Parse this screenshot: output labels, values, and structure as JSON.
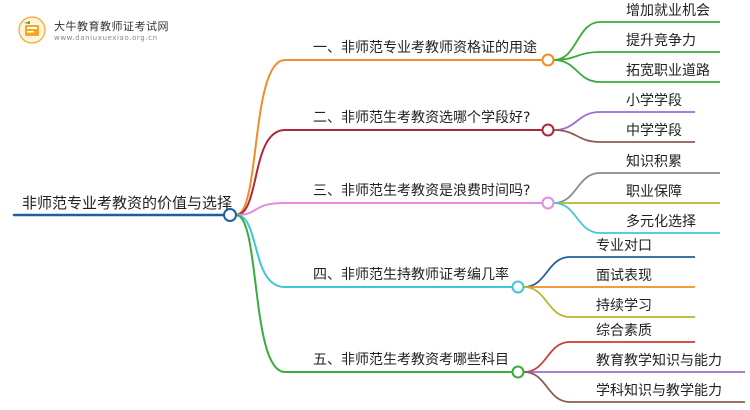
{
  "brand": {
    "title": "大牛教育教师证考试网",
    "url": "www.daniuxuexiao.org.cn"
  },
  "root": "非师范专业考教资的价值与选择",
  "branches": [
    {
      "label": "一、非师范专业考教师资格证的用途",
      "color": "#f28c28",
      "leaves": [
        "增加就业机会",
        "提升竞争力",
        "拓宽职业道路"
      ],
      "leaf_colors": [
        "#3cab3c",
        "#3cab3c",
        "#3cab3c"
      ]
    },
    {
      "label": "二、非师范生考教资选哪个学段好?",
      "color": "#b0263a",
      "leaves": [
        "小学学段",
        "中学学段"
      ],
      "leaf_colors": [
        "#9b6dd0",
        "#8c5b55"
      ]
    },
    {
      "label": "三、非师范生考教资是浪费时间吗?",
      "color": "#e58be0",
      "leaves": [
        "知识积累",
        "职业保障",
        "多元化选择"
      ],
      "leaf_colors": [
        "#8a8a8a",
        "#b7b52a",
        "#3fc7d6"
      ]
    },
    {
      "label": "四、非师范生持教师证考编几率",
      "color": "#3fc7d6",
      "leaves": [
        "专业对口",
        "面试表现",
        "持续学习"
      ],
      "leaf_colors": [
        "#1f5f9e",
        "#f28c28",
        "#b7b52a"
      ]
    },
    {
      "label": "五、非师范生考教资考哪些科目",
      "color": "#3cab3c",
      "leaves": [
        "综合素质",
        "教育教学知识与能力",
        "学科知识与教学能力"
      ],
      "leaf_colors": [
        "#d03a3a",
        "#9b6dd0",
        "#8c5b55"
      ]
    }
  ],
  "colors": {
    "root_line": "#1f5f9e",
    "logo_orange": "#f5a623"
  }
}
